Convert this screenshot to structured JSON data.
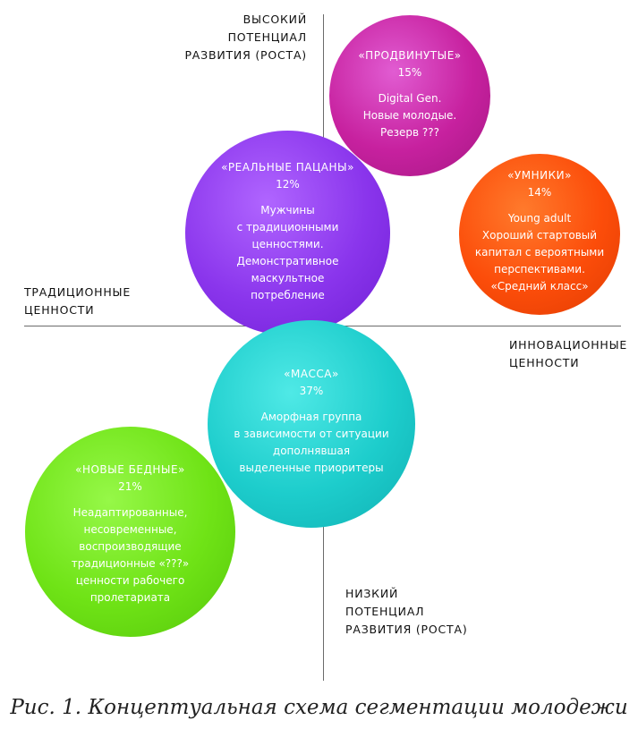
{
  "axes": {
    "top": "ВЫСОКИЙ\nПОТЕНЦИАЛ\nРАЗВИТИЯ (РОСТА)",
    "bottom": "НИЗКИЙ\nПОТЕНЦИАЛ\nРАЗВИТИЯ (РОСТА)",
    "left": "ТРАДИЦИОННЫЕ\nЦЕННОСТИ",
    "right": "ИННОВАЦИОННЫЕ\nЦЕННОСТИ"
  },
  "segments": {
    "advanced": {
      "title": "«ПРОДВИНУТЫЕ»",
      "percent": "15%",
      "text": "Digital Gen.\nНовые молодые.\nРезерв ???",
      "color": "#c7219f"
    },
    "smart": {
      "title": "«УМНИКИ»",
      "percent": "14%",
      "text": "Young adult\nХороший стартовый\nкапитал с вероятными\nперспективами.\n«Средний класс»",
      "color": "#fc4d0a"
    },
    "real": {
      "title": "«РЕАЛЬНЫЕ ПАЦАНЫ»",
      "percent": "12%",
      "text": "Мужчины\nс традиционными\nценностями.\nДемонстративное\nмаскультное\nпотребление",
      "color": "#8a35ec"
    },
    "mass": {
      "title": "«МАССА»",
      "percent": "37%",
      "text": "Аморфная группа\nв зависимости от ситуации\nдополнявшая\nвыделенные приоритеры",
      "color": "#1dcdcc"
    },
    "poor": {
      "title": "«НОВЫЕ БЕДНЫЕ»",
      "percent": "21%",
      "text": "Неадаптированные,\nнесовременные,\nвоспроизводящие\nтрадиционные «???»\nценности рабочего\nпролетариата",
      "color": "#6fe316"
    }
  },
  "caption": "Рис. 1. Концептуальная схема сегментации молодежи"
}
